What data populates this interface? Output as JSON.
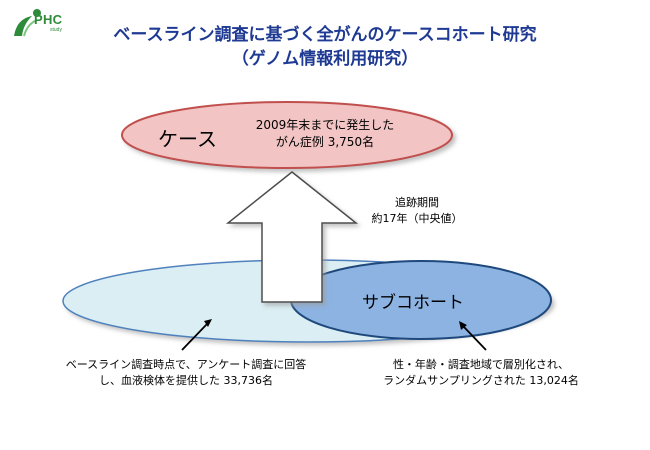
{
  "logo": {
    "text": "PHC",
    "sub": "study",
    "icon": "phc-logo-icon",
    "color": "#2e8b3a"
  },
  "title": {
    "line1": "ベースライン調査に基づく全がんのケースコホート研究",
    "line2": "（ゲノム情報利用研究）",
    "color": "#1f3a93"
  },
  "case": {
    "label": "ケース",
    "desc_line1": "2009年末までに発生した",
    "desc_line2": "がん症例 3,750名",
    "fill": "#f2c4c4",
    "stroke": "#c0504d"
  },
  "follow_up": {
    "line1": "追跡期間",
    "line2": "約17年（中央値）"
  },
  "subcohort": {
    "label": "サブコホート",
    "fill": "#8db3e2",
    "stroke": "#1f497d"
  },
  "baseline": {
    "fill": "#daeef3",
    "stroke": "#4f81bd"
  },
  "notes": {
    "left_line1": "ベースライン調査時点で、アンケート調査に回答",
    "left_line2": "し、血液検体を提供した 33,736名",
    "right_line1": "性・年齢・調査地域で層別化され、",
    "right_line2": "ランダムサンプリングされた 13,024名"
  }
}
